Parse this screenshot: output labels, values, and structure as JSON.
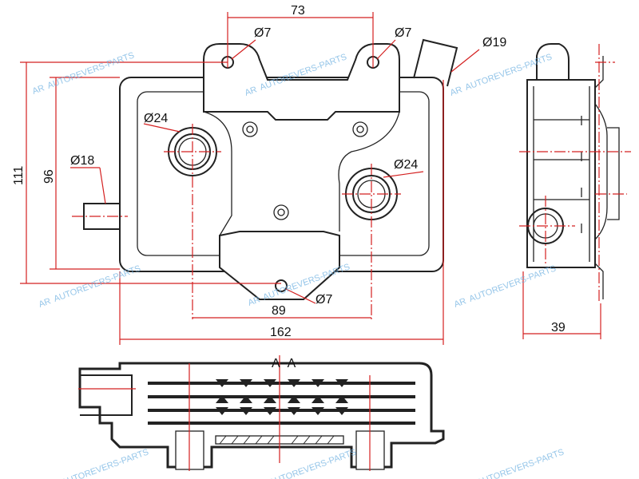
{
  "drawing": {
    "dimensions": {
      "top_hole_spacing": "73",
      "hole_top_left": "Ø7",
      "hole_top_right": "Ø7",
      "pipe_top": "Ø19",
      "overall_height": "111",
      "body_height": "96",
      "port_upper": "Ø24",
      "pipe_side": "Ø18",
      "port_lower": "Ø24",
      "port_spacing": "89",
      "hole_bottom": "Ø7",
      "overall_width": "162",
      "depth": "39"
    },
    "section_label": "A–A",
    "watermark": "AUTOREVERS-PARTS",
    "watermark_logo": "AR",
    "colors": {
      "dimension": "#d42020",
      "outline": "#222222",
      "watermark": "#6aaee0"
    }
  }
}
